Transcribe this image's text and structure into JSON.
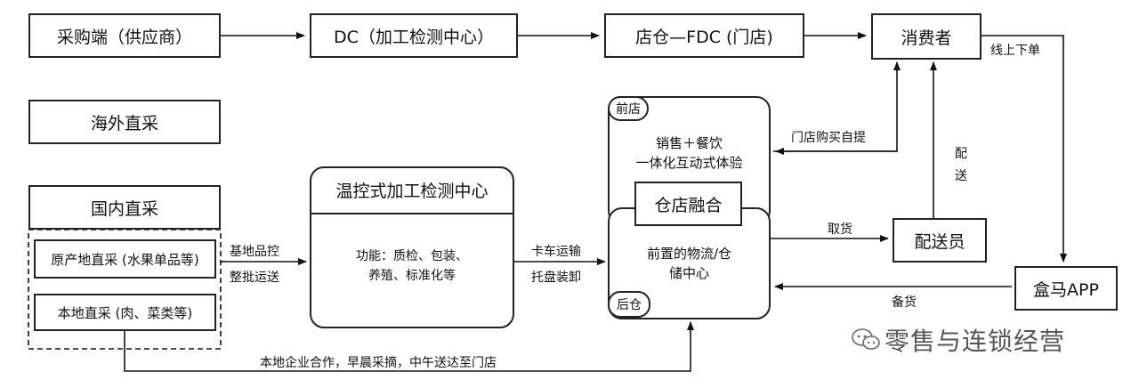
{
  "top_row": {
    "supplier": "采购端（供应商）",
    "dc": "DC（加工检测中心）",
    "fdc": "店仓—FDC (门店)",
    "consumer": "消费者"
  },
  "sourcing": {
    "overseas": "海外直采",
    "domestic": "国内直采",
    "origin_direct": "原产地直采 (水果单品等)",
    "local_direct": "本地直采 (肉、菜类等)"
  },
  "processing_center": {
    "title": "温控式加工检测中心",
    "body_line1": "功能：质检、包装、",
    "body_line2": "养殖、标准化等"
  },
  "store": {
    "front_tag": "前店",
    "front_line1": "销售＋餐饮",
    "front_line2": "一体化互动式体验",
    "merge": "仓店融合",
    "back_line1": "前置的物流/仓",
    "back_line2": "储中心",
    "back_tag": "后仓"
  },
  "courier": "配送员",
  "hema_app": "盒马APP",
  "labels": {
    "base_qc": "基地品控",
    "batch_ship": "整批运送",
    "truck": "卡车运输",
    "pallet": "托盘装卸",
    "store_pickup": "门店购买自提",
    "delivery_char1": "配",
    "delivery_char2": "送",
    "online_order": "线上下单",
    "pickup": "取货",
    "stock": "备货",
    "local_coop": "本地企业合作，早晨采摘，中午送达至门店"
  },
  "watermark": "零售与连锁经营"
}
